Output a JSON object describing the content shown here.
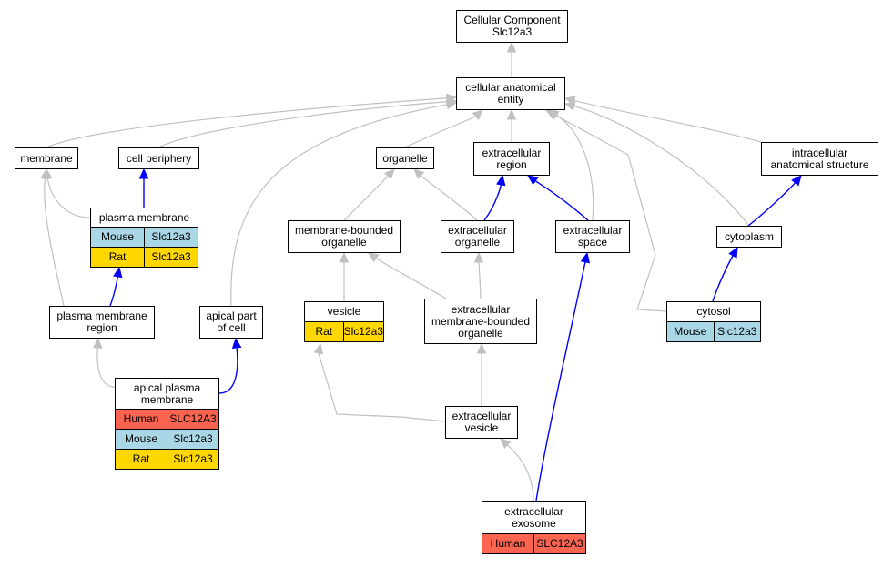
{
  "colors": {
    "is_a": "#c0c0c0",
    "part_of": "#0000ff",
    "human": "#fa6450",
    "mouse": "#aad7e6",
    "rat": "#ffd700"
  },
  "nodes": {
    "root": {
      "label": "Cellular Component\nSlc12a3"
    },
    "cae": {
      "label": "cellular anatomical\nentity"
    },
    "membrane": {
      "label": "membrane"
    },
    "cell_periph": {
      "label": "cell periphery"
    },
    "organelle": {
      "label": "organelle"
    },
    "extra_region": {
      "label": "extracellular\nregion"
    },
    "intra_struct": {
      "label": "intracellular\nanatomical structure"
    },
    "plasma_mem": {
      "label": "plasma membrane",
      "rows": [
        {
          "species": "Mouse",
          "gene": "Slc12a3"
        },
        {
          "species": "Rat",
          "gene": "Slc12a3"
        }
      ]
    },
    "mem_bound_org": {
      "label": "membrane-bounded\norganelle"
    },
    "extra_org": {
      "label": "extracellular\norganelle"
    },
    "extra_space": {
      "label": "extracellular\nspace"
    },
    "cytoplasm": {
      "label": "cytoplasm"
    },
    "pm_region": {
      "label": "plasma membrane\nregion"
    },
    "apical_part": {
      "label": "apical part\nof cell"
    },
    "vesicle": {
      "label": "vesicle",
      "rows": [
        {
          "species": "Rat",
          "gene": "Slc12a3"
        }
      ]
    },
    "extra_mbo": {
      "label": "extracellular\nmembrane-bounded\norganelle"
    },
    "cytosol": {
      "label": "cytosol",
      "rows": [
        {
          "species": "Mouse",
          "gene": "Slc12a3"
        }
      ]
    },
    "apical_pm": {
      "label": "apical plasma\nmembrane",
      "rows": [
        {
          "species": "Human",
          "gene": "SLC12A3"
        },
        {
          "species": "Mouse",
          "gene": "Slc12a3"
        },
        {
          "species": "Rat",
          "gene": "Slc12a3"
        }
      ]
    },
    "extra_vesicle": {
      "label": "extracellular\nvesicle"
    },
    "exosome": {
      "label": "extracellular\nexosome",
      "rows": [
        {
          "species": "Human",
          "gene": "SLC12A3"
        }
      ]
    }
  },
  "edges": [
    {
      "from": "cae",
      "to": "root",
      "type": "is_a"
    },
    {
      "from": "membrane",
      "to": "cae",
      "type": "is_a"
    },
    {
      "from": "cell_periph",
      "to": "cae",
      "type": "is_a"
    },
    {
      "from": "organelle",
      "to": "cae",
      "type": "is_a"
    },
    {
      "from": "extra_region",
      "to": "cae",
      "type": "is_a"
    },
    {
      "from": "intra_struct",
      "to": "cae",
      "type": "is_a"
    },
    {
      "from": "apical_part",
      "to": "cae",
      "type": "is_a"
    },
    {
      "from": "extra_space",
      "to": "cae",
      "type": "is_a"
    },
    {
      "from": "cytoplasm",
      "to": "cae",
      "type": "is_a"
    },
    {
      "from": "cytosol",
      "to": "cae",
      "type": "is_a"
    },
    {
      "from": "plasma_mem",
      "to": "membrane",
      "type": "is_a"
    },
    {
      "from": "pm_region",
      "to": "membrane",
      "type": "is_a"
    },
    {
      "from": "plasma_mem",
      "to": "cell_periph",
      "type": "part_of"
    },
    {
      "from": "pm_region",
      "to": "plasma_mem",
      "type": "part_of"
    },
    {
      "from": "mem_bound_org",
      "to": "organelle",
      "type": "is_a"
    },
    {
      "from": "extra_org",
      "to": "organelle",
      "type": "is_a"
    },
    {
      "from": "extra_org",
      "to": "extra_region",
      "type": "part_of"
    },
    {
      "from": "extra_space",
      "to": "extra_region",
      "type": "part_of"
    },
    {
      "from": "cytoplasm",
      "to": "intra_struct",
      "type": "part_of"
    },
    {
      "from": "cytosol",
      "to": "cytoplasm",
      "type": "part_of"
    },
    {
      "from": "vesicle",
      "to": "mem_bound_org",
      "type": "is_a"
    },
    {
      "from": "extra_mbo",
      "to": "mem_bound_org",
      "type": "is_a"
    },
    {
      "from": "extra_mbo",
      "to": "extra_org",
      "type": "is_a"
    },
    {
      "from": "apical_pm",
      "to": "pm_region",
      "type": "is_a"
    },
    {
      "from": "apical_pm",
      "to": "apical_part",
      "type": "part_of"
    },
    {
      "from": "extra_vesicle",
      "to": "vesicle",
      "type": "is_a"
    },
    {
      "from": "extra_vesicle",
      "to": "extra_mbo",
      "type": "is_a"
    },
    {
      "from": "exosome",
      "to": "extra_vesicle",
      "type": "is_a"
    },
    {
      "from": "exosome",
      "to": "extra_space",
      "type": "part_of"
    }
  ]
}
